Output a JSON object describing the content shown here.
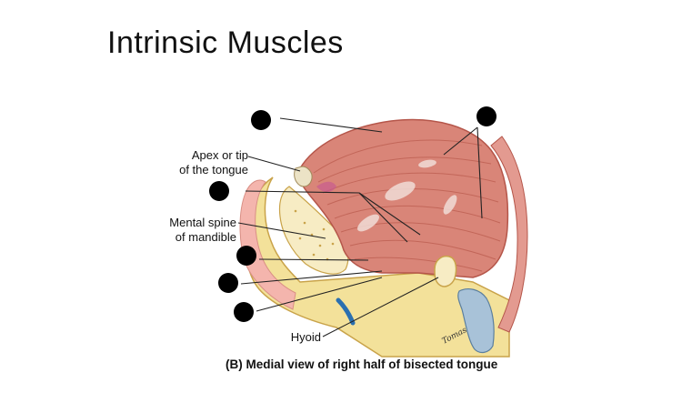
{
  "title": "Intrinsic Muscles",
  "labels": {
    "apex": [
      "Apex or tip",
      "of the tongue"
    ],
    "mental_spine": [
      "Mental spine",
      "of mandible"
    ],
    "hyoid": "Hyoid"
  },
  "caption": "(B) Medial view of right half of bisected tongue",
  "signature": "Tomas"
}
